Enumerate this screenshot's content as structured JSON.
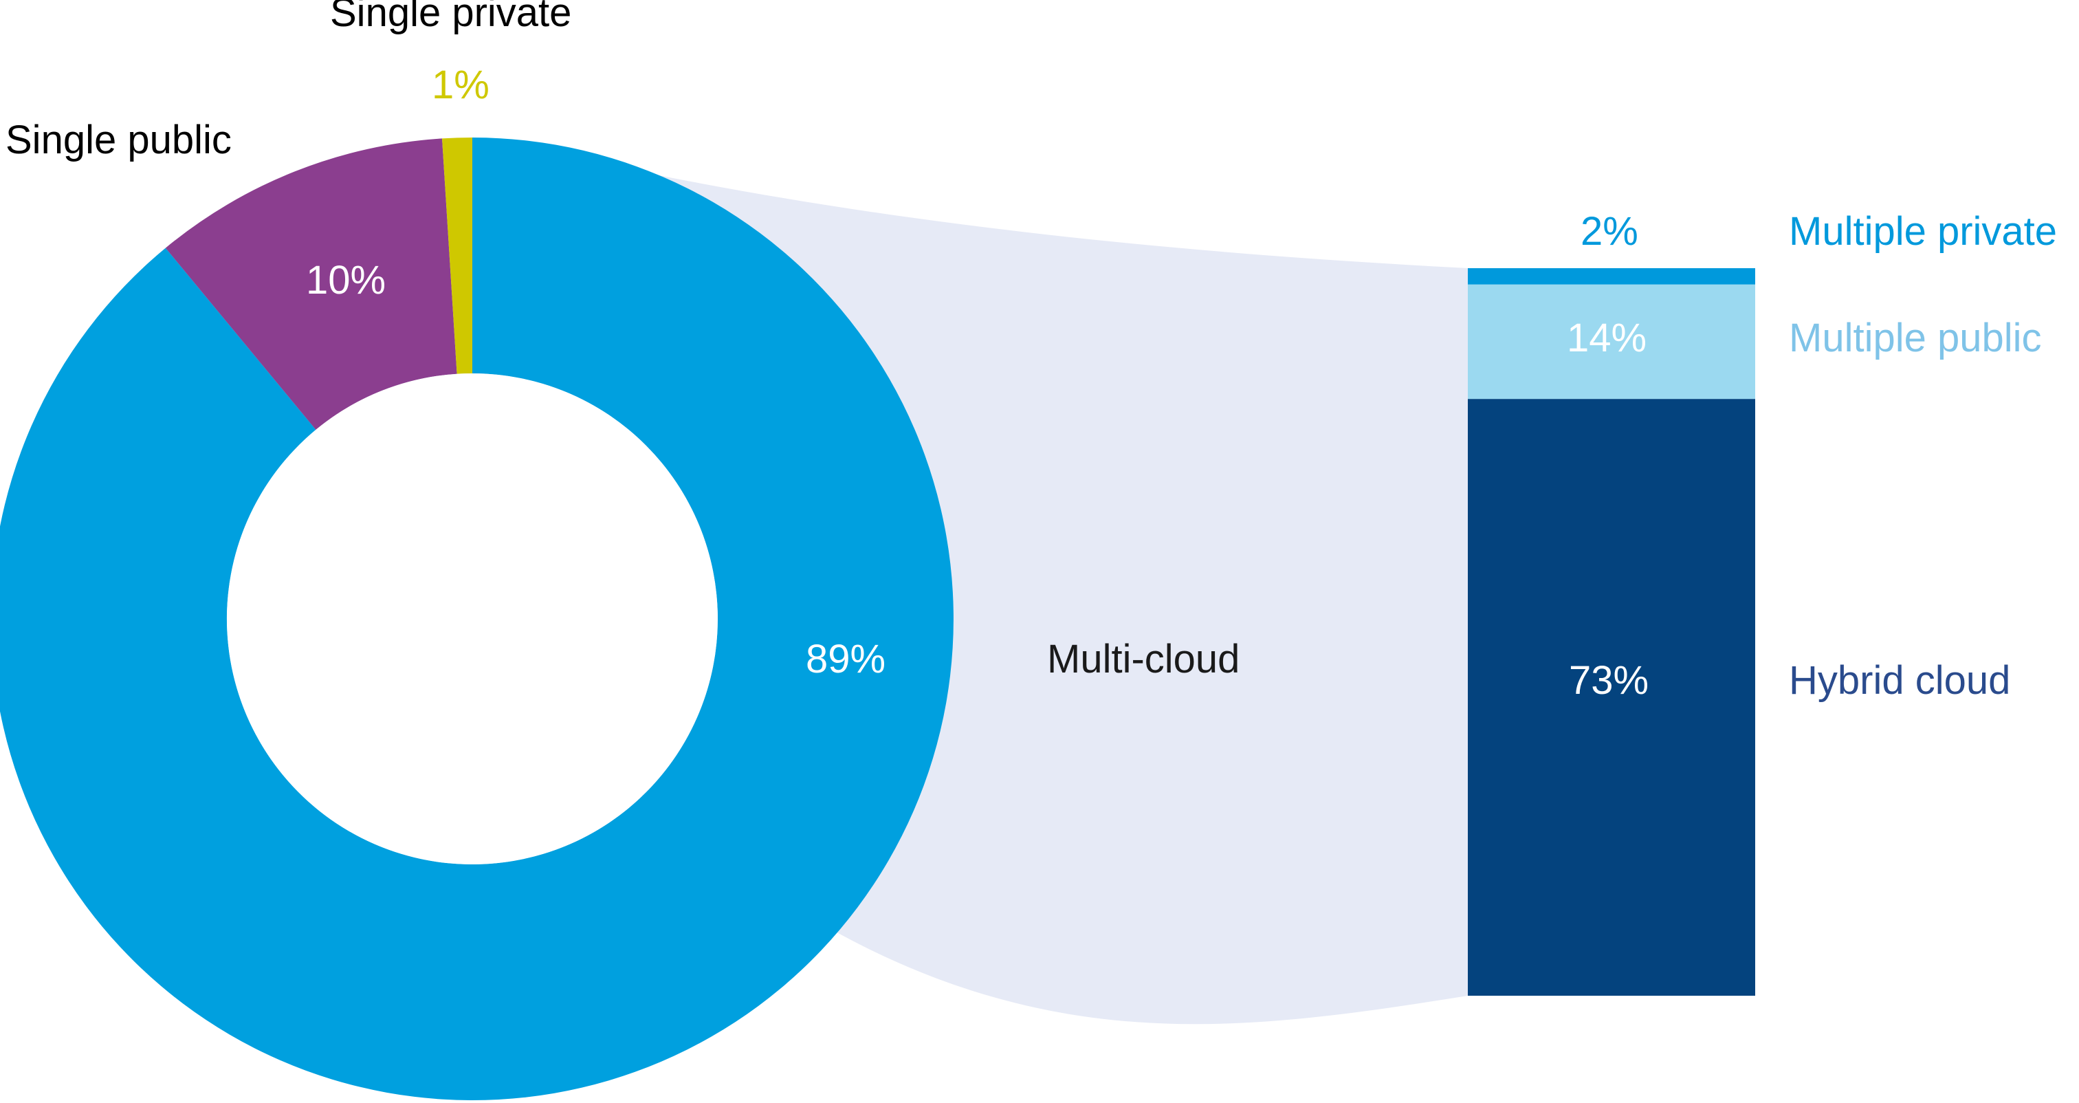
{
  "chart_data": {
    "type": "pie",
    "title": "",
    "subtitle": "",
    "xlabel": "",
    "ylabel": "",
    "legend_position": "outside-labels",
    "grid": false,
    "donut": {
      "type": "pie",
      "hole": 0.51,
      "start_angle_deg": 0,
      "direction": "clockwise",
      "categories": [
        "Multi-cloud",
        "Single public",
        "Single private"
      ],
      "values": [
        89,
        10,
        1
      ],
      "value_labels": [
        "89%",
        "10%",
        "1%"
      ],
      "colors": [
        "#00A0DF",
        "#8B3E8F",
        "#CFC800"
      ]
    },
    "stacked_bar": {
      "type": "bar",
      "stacked": true,
      "orientation": "vertical",
      "total": 89,
      "categories": [
        "Multiple private",
        "Multiple public",
        "Hybrid cloud"
      ],
      "values": [
        2,
        14,
        73
      ],
      "value_labels": [
        "2%",
        "14%",
        "73%"
      ],
      "colors": [
        "#0099DC",
        "#9BD9F0",
        "#04437E"
      ]
    },
    "connector": {
      "label": "Multi-cloud",
      "color": "#E6EAF6",
      "from": "Multi-cloud donut slice (89%)",
      "to": "stacked bar"
    }
  },
  "donut": {
    "slices": [
      {
        "name": "multi-cloud",
        "label": "",
        "percent_label": "89%",
        "color": "#00A0DF",
        "value": 89
      },
      {
        "name": "single-public",
        "label": "Single public",
        "percent_label": "10%",
        "color": "#8B3E8F",
        "value": 10
      },
      {
        "name": "single-private",
        "label": "Single private",
        "percent_label": "1%",
        "color": "#CFC800",
        "value": 1
      }
    ]
  },
  "connector": {
    "label": "Multi-cloud",
    "color": "#E6EAF6"
  },
  "bar": {
    "segments": [
      {
        "name": "multiple-private",
        "label": "Multiple private",
        "percent_label": "2%",
        "color": "#0099DC",
        "label_color": "#0099DC",
        "value": 2
      },
      {
        "name": "multiple-public",
        "label": "Multiple public",
        "percent_label": "14%",
        "color": "#9BD9F0",
        "label_color": "#7FC3E8",
        "value": 14
      },
      {
        "name": "hybrid-cloud",
        "label": "Hybrid cloud",
        "percent_label": "73%",
        "color": "#04437E",
        "label_color": "#2A4B8D",
        "value": 73
      }
    ]
  },
  "colors": {
    "cyan": "#00A0DF",
    "purple": "#8B3E8F",
    "yellow": "#CFC800",
    "light_blue": "#9BD9F0",
    "dark_blue": "#04437E",
    "connector_fill": "#E6EAF6",
    "text_dark": "#000000",
    "background": "#ffffff"
  }
}
